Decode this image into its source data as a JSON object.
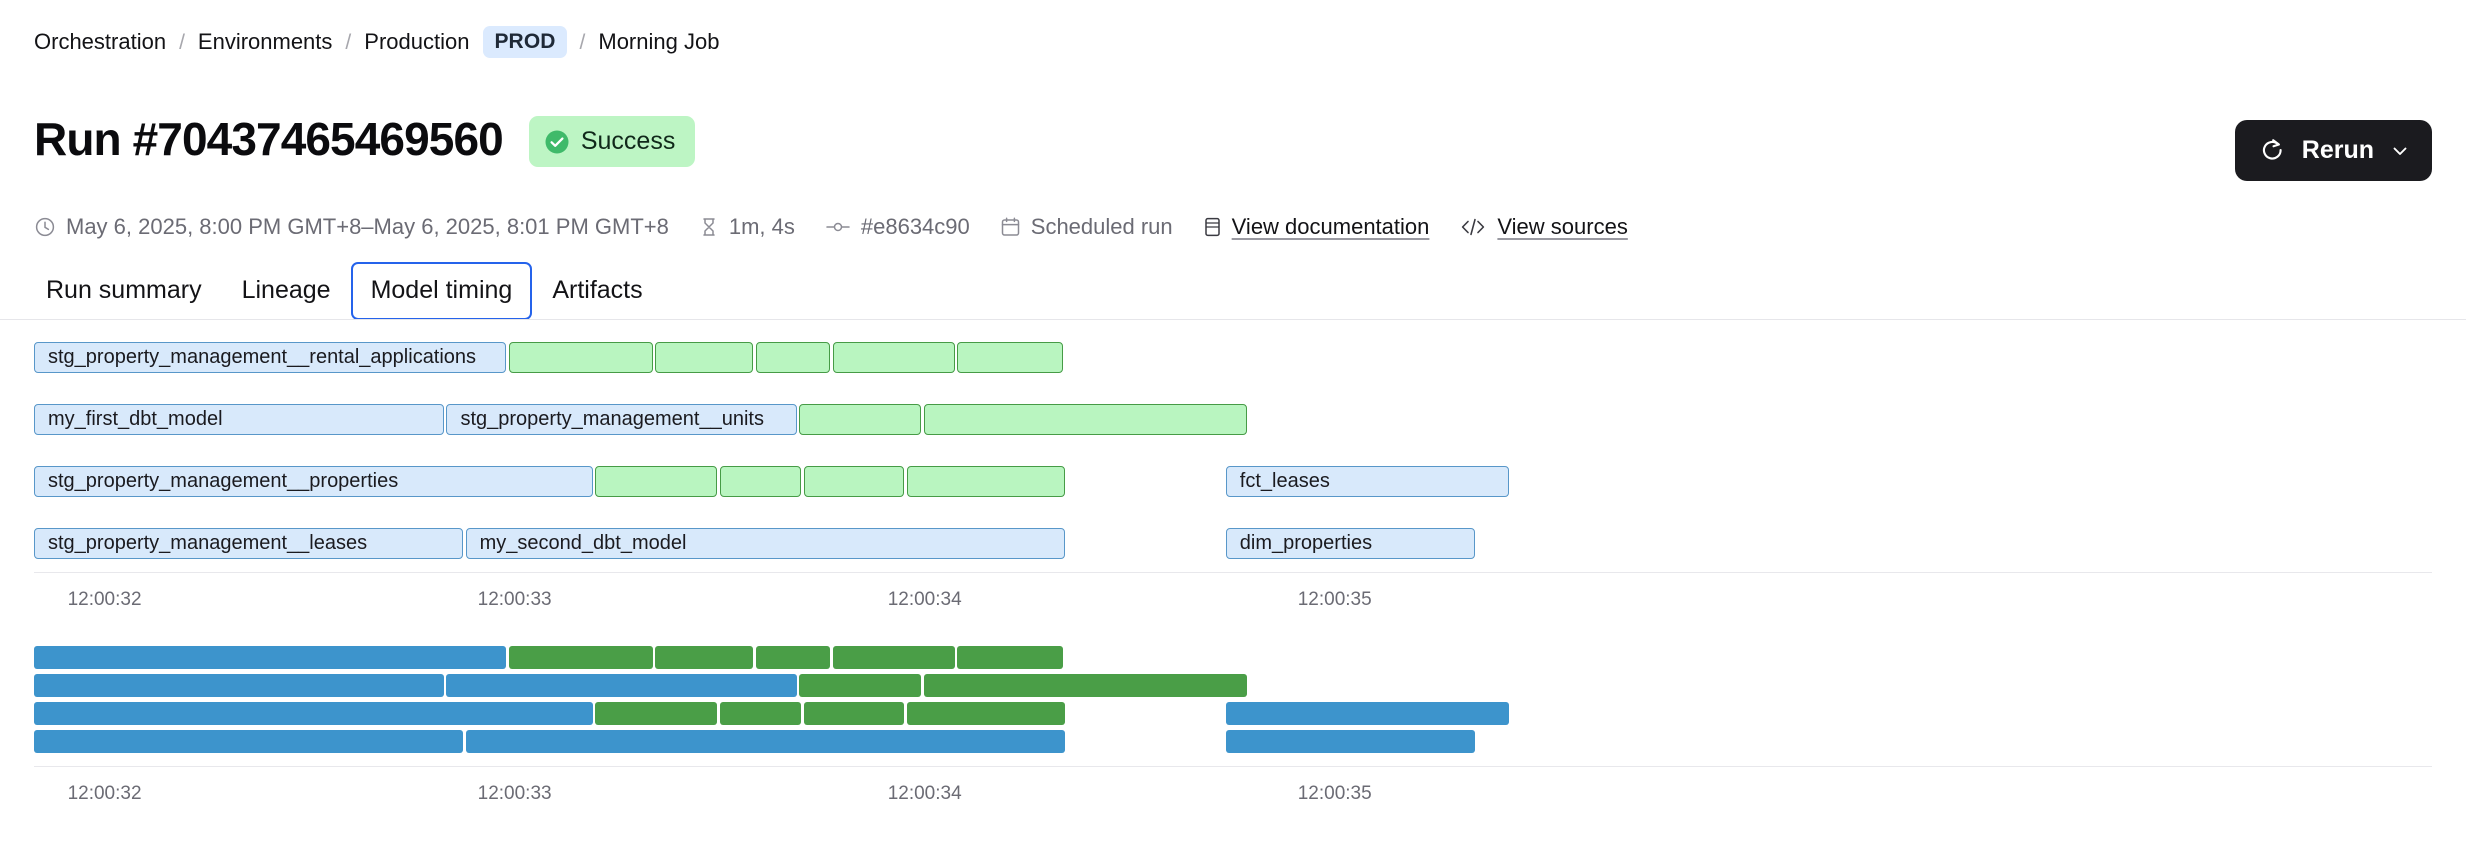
{
  "breadcrumb": {
    "items": [
      {
        "label": "Orchestration",
        "type": "link"
      },
      {
        "label": "Environments",
        "type": "link"
      },
      {
        "label": "Production",
        "type": "link"
      },
      {
        "label": "PROD",
        "type": "chip"
      },
      {
        "label": "Morning Job",
        "type": "link"
      }
    ],
    "separator": "/"
  },
  "header": {
    "title": "Run #70437465469560",
    "status": {
      "label": "Success",
      "color": "#bdf5c4",
      "icon": "check-circle-icon"
    },
    "rerun": {
      "label": "Rerun",
      "icon": "refresh-icon",
      "chevron": "chevron-down-icon"
    }
  },
  "meta": {
    "timerange": "May 6, 2025, 8:00 PM GMT+8–May 6, 2025, 8:01 PM GMT+8",
    "duration": "1m, 4s",
    "commit": "#e8634c90",
    "trigger": "Scheduled run",
    "documentation_link": "View documentation",
    "sources_link": "View sources"
  },
  "tabs": [
    {
      "label": "Run summary",
      "active": false
    },
    {
      "label": "Lineage",
      "active": false
    },
    {
      "label": "Model timing",
      "active": true
    },
    {
      "label": "Artifacts",
      "active": false
    }
  ],
  "chart_data": {
    "type": "bar",
    "subtype": "gantt-timeline",
    "title": "Model timing",
    "xlabel": "",
    "ylabel": "",
    "grid": false,
    "legend": "none",
    "axis_ticks": [
      "12:00:32",
      "12:00:33",
      "12:00:34",
      "12:00:35"
    ],
    "axis_tick_positions_pct": [
      1.4,
      18.5,
      35.6,
      52.7
    ],
    "colors": {
      "model_fill": "#d8e9fb",
      "model_stroke": "#5897c9",
      "test_fill": "#b9f5c0",
      "test_stroke": "#469b46",
      "model_solid": "#3d94cc",
      "test_solid": "#4a9e47"
    },
    "charts": [
      {
        "name": "outlined-timeline",
        "style": "outlined",
        "rows": [
          {
            "segments": [
              {
                "label": "stg_property_management__rental_applications",
                "kind": "model",
                "start_pct": 0.0,
                "width_pct": 19.7
              },
              {
                "label": "",
                "kind": "test",
                "start_pct": 19.8,
                "width_pct": 6.0
              },
              {
                "label": "",
                "kind": "test",
                "start_pct": 25.9,
                "width_pct": 4.1
              },
              {
                "label": "",
                "kind": "test",
                "start_pct": 30.1,
                "width_pct": 3.1
              },
              {
                "label": "",
                "kind": "test",
                "start_pct": 33.3,
                "width_pct": 5.1
              },
              {
                "label": "",
                "kind": "test",
                "start_pct": 38.5,
                "width_pct": 4.4
              }
            ]
          },
          {
            "segments": [
              {
                "label": "my_first_dbt_model",
                "kind": "model",
                "start_pct": 0.0,
                "width_pct": 17.1
              },
              {
                "label": "stg_property_management__units",
                "kind": "model",
                "start_pct": 17.2,
                "width_pct": 14.6
              },
              {
                "label": "",
                "kind": "test",
                "start_pct": 31.9,
                "width_pct": 5.1
              },
              {
                "label": "",
                "kind": "test",
                "start_pct": 37.1,
                "width_pct": 13.5
              }
            ]
          },
          {
            "segments": [
              {
                "label": "stg_property_management__properties",
                "kind": "model",
                "start_pct": 0.0,
                "width_pct": 23.3
              },
              {
                "label": "",
                "kind": "test",
                "start_pct": 23.4,
                "width_pct": 5.1
              },
              {
                "label": "",
                "kind": "test",
                "start_pct": 28.6,
                "width_pct": 3.4
              },
              {
                "label": "",
                "kind": "test",
                "start_pct": 32.1,
                "width_pct": 4.2
              },
              {
                "label": "",
                "kind": "test",
                "start_pct": 36.4,
                "width_pct": 6.6
              },
              {
                "label": "fct_leases",
                "kind": "model",
                "start_pct": 49.7,
                "width_pct": 11.8
              }
            ]
          },
          {
            "segments": [
              {
                "label": "stg_property_management__leases",
                "kind": "model",
                "start_pct": 0.0,
                "width_pct": 17.9
              },
              {
                "label": "my_second_dbt_model",
                "kind": "model",
                "start_pct": 18.0,
                "width_pct": 25.0
              },
              {
                "label": "dim_properties",
                "kind": "model",
                "start_pct": 49.7,
                "width_pct": 10.4
              }
            ]
          }
        ]
      },
      {
        "name": "solid-timeline",
        "style": "solid",
        "rows": [
          {
            "segments": [
              {
                "label": "",
                "kind": "model",
                "start_pct": 0.0,
                "width_pct": 19.7
              },
              {
                "label": "",
                "kind": "test",
                "start_pct": 19.8,
                "width_pct": 6.0
              },
              {
                "label": "",
                "kind": "test",
                "start_pct": 25.9,
                "width_pct": 4.1
              },
              {
                "label": "",
                "kind": "test",
                "start_pct": 30.1,
                "width_pct": 3.1
              },
              {
                "label": "",
                "kind": "test",
                "start_pct": 33.3,
                "width_pct": 5.1
              },
              {
                "label": "",
                "kind": "test",
                "start_pct": 38.5,
                "width_pct": 4.4
              }
            ]
          },
          {
            "segments": [
              {
                "label": "",
                "kind": "model",
                "start_pct": 0.0,
                "width_pct": 17.1
              },
              {
                "label": "",
                "kind": "model",
                "start_pct": 17.2,
                "width_pct": 14.6
              },
              {
                "label": "",
                "kind": "test",
                "start_pct": 31.9,
                "width_pct": 5.1
              },
              {
                "label": "",
                "kind": "test",
                "start_pct": 37.1,
                "width_pct": 13.5
              }
            ]
          },
          {
            "segments": [
              {
                "label": "",
                "kind": "model",
                "start_pct": 0.0,
                "width_pct": 23.3
              },
              {
                "label": "",
                "kind": "test",
                "start_pct": 23.4,
                "width_pct": 5.1
              },
              {
                "label": "",
                "kind": "test",
                "start_pct": 28.6,
                "width_pct": 3.4
              },
              {
                "label": "",
                "kind": "test",
                "start_pct": 32.1,
                "width_pct": 4.2
              },
              {
                "label": "",
                "kind": "test",
                "start_pct": 36.4,
                "width_pct": 6.6
              },
              {
                "label": "",
                "kind": "model",
                "start_pct": 49.7,
                "width_pct": 11.8
              }
            ]
          },
          {
            "segments": [
              {
                "label": "",
                "kind": "model",
                "start_pct": 0.0,
                "width_pct": 17.9
              },
              {
                "label": "",
                "kind": "model",
                "start_pct": 18.0,
                "width_pct": 25.0
              },
              {
                "label": "",
                "kind": "model",
                "start_pct": 49.7,
                "width_pct": 10.4
              }
            ]
          }
        ]
      }
    ]
  }
}
